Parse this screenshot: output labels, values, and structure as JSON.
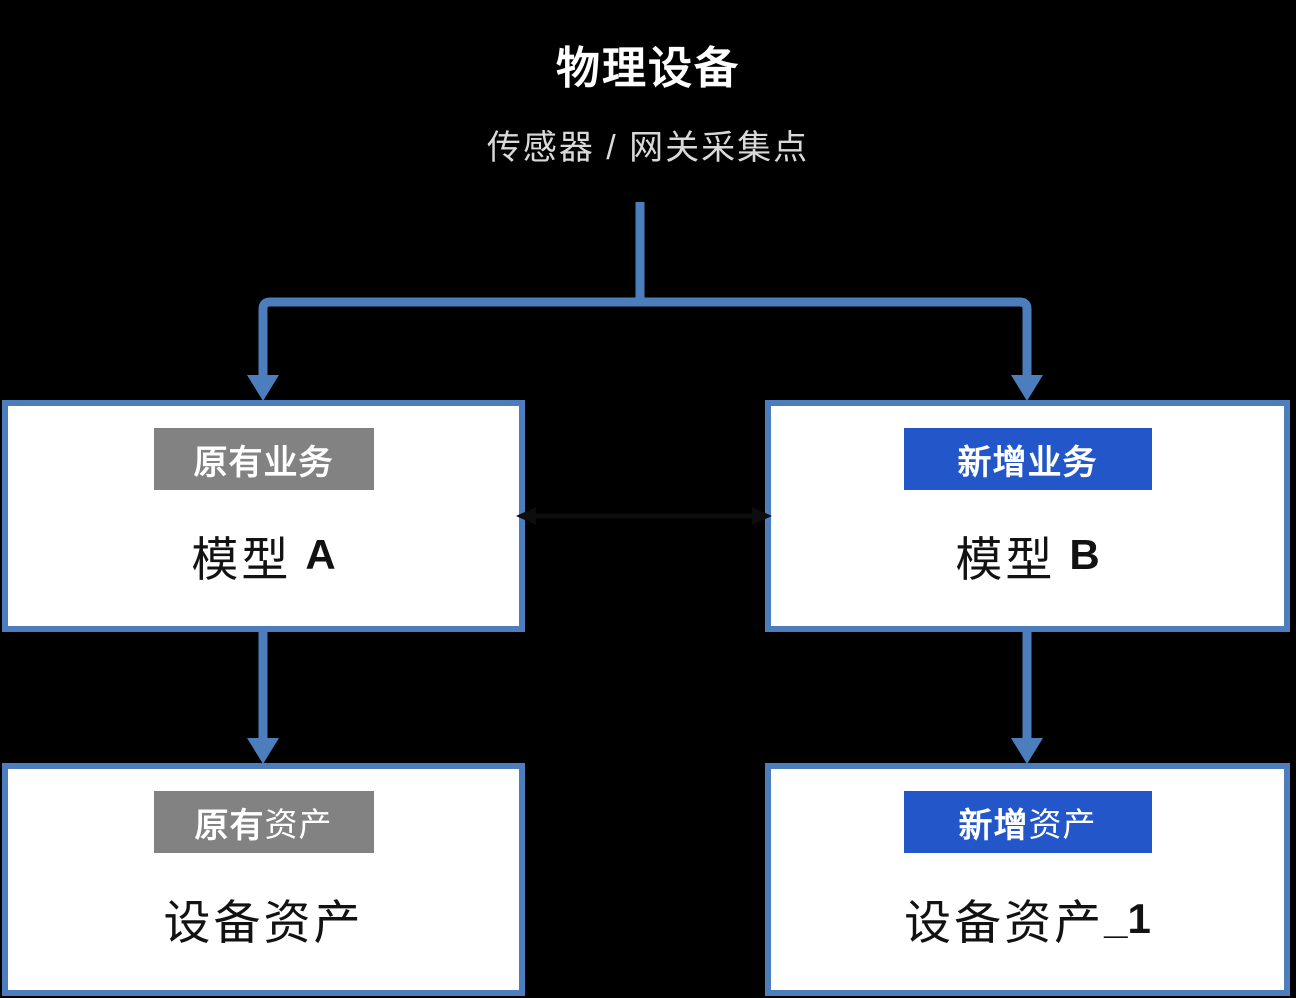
{
  "header": {
    "title": "物理设备",
    "subtitle": "传感器 / 网关采集点"
  },
  "colors": {
    "background": "#000000",
    "connector_blue": "#4c7ebd",
    "badge_blue": "#2256c9",
    "badge_gray": "#828282",
    "title_white": "#ffffff",
    "subtitle_gray": "#d9d9d9",
    "box_text": "#121212",
    "mid_arrow_dark": "#0d0d0d"
  },
  "nodes": {
    "model_a": {
      "badge_bold": "原有业务",
      "badge_serif": "",
      "label": "模型",
      "suffix": "A"
    },
    "model_b": {
      "badge_bold": "新增业务",
      "badge_serif": "",
      "label": "模型",
      "suffix": "B"
    },
    "asset_old": {
      "badge_bold": "原有",
      "badge_serif": "资产",
      "label": "设备资产",
      "suffix": ""
    },
    "asset_new": {
      "badge_bold": "新增",
      "badge_serif": "资产",
      "label": "设备资产",
      "suffix": "_1"
    }
  }
}
